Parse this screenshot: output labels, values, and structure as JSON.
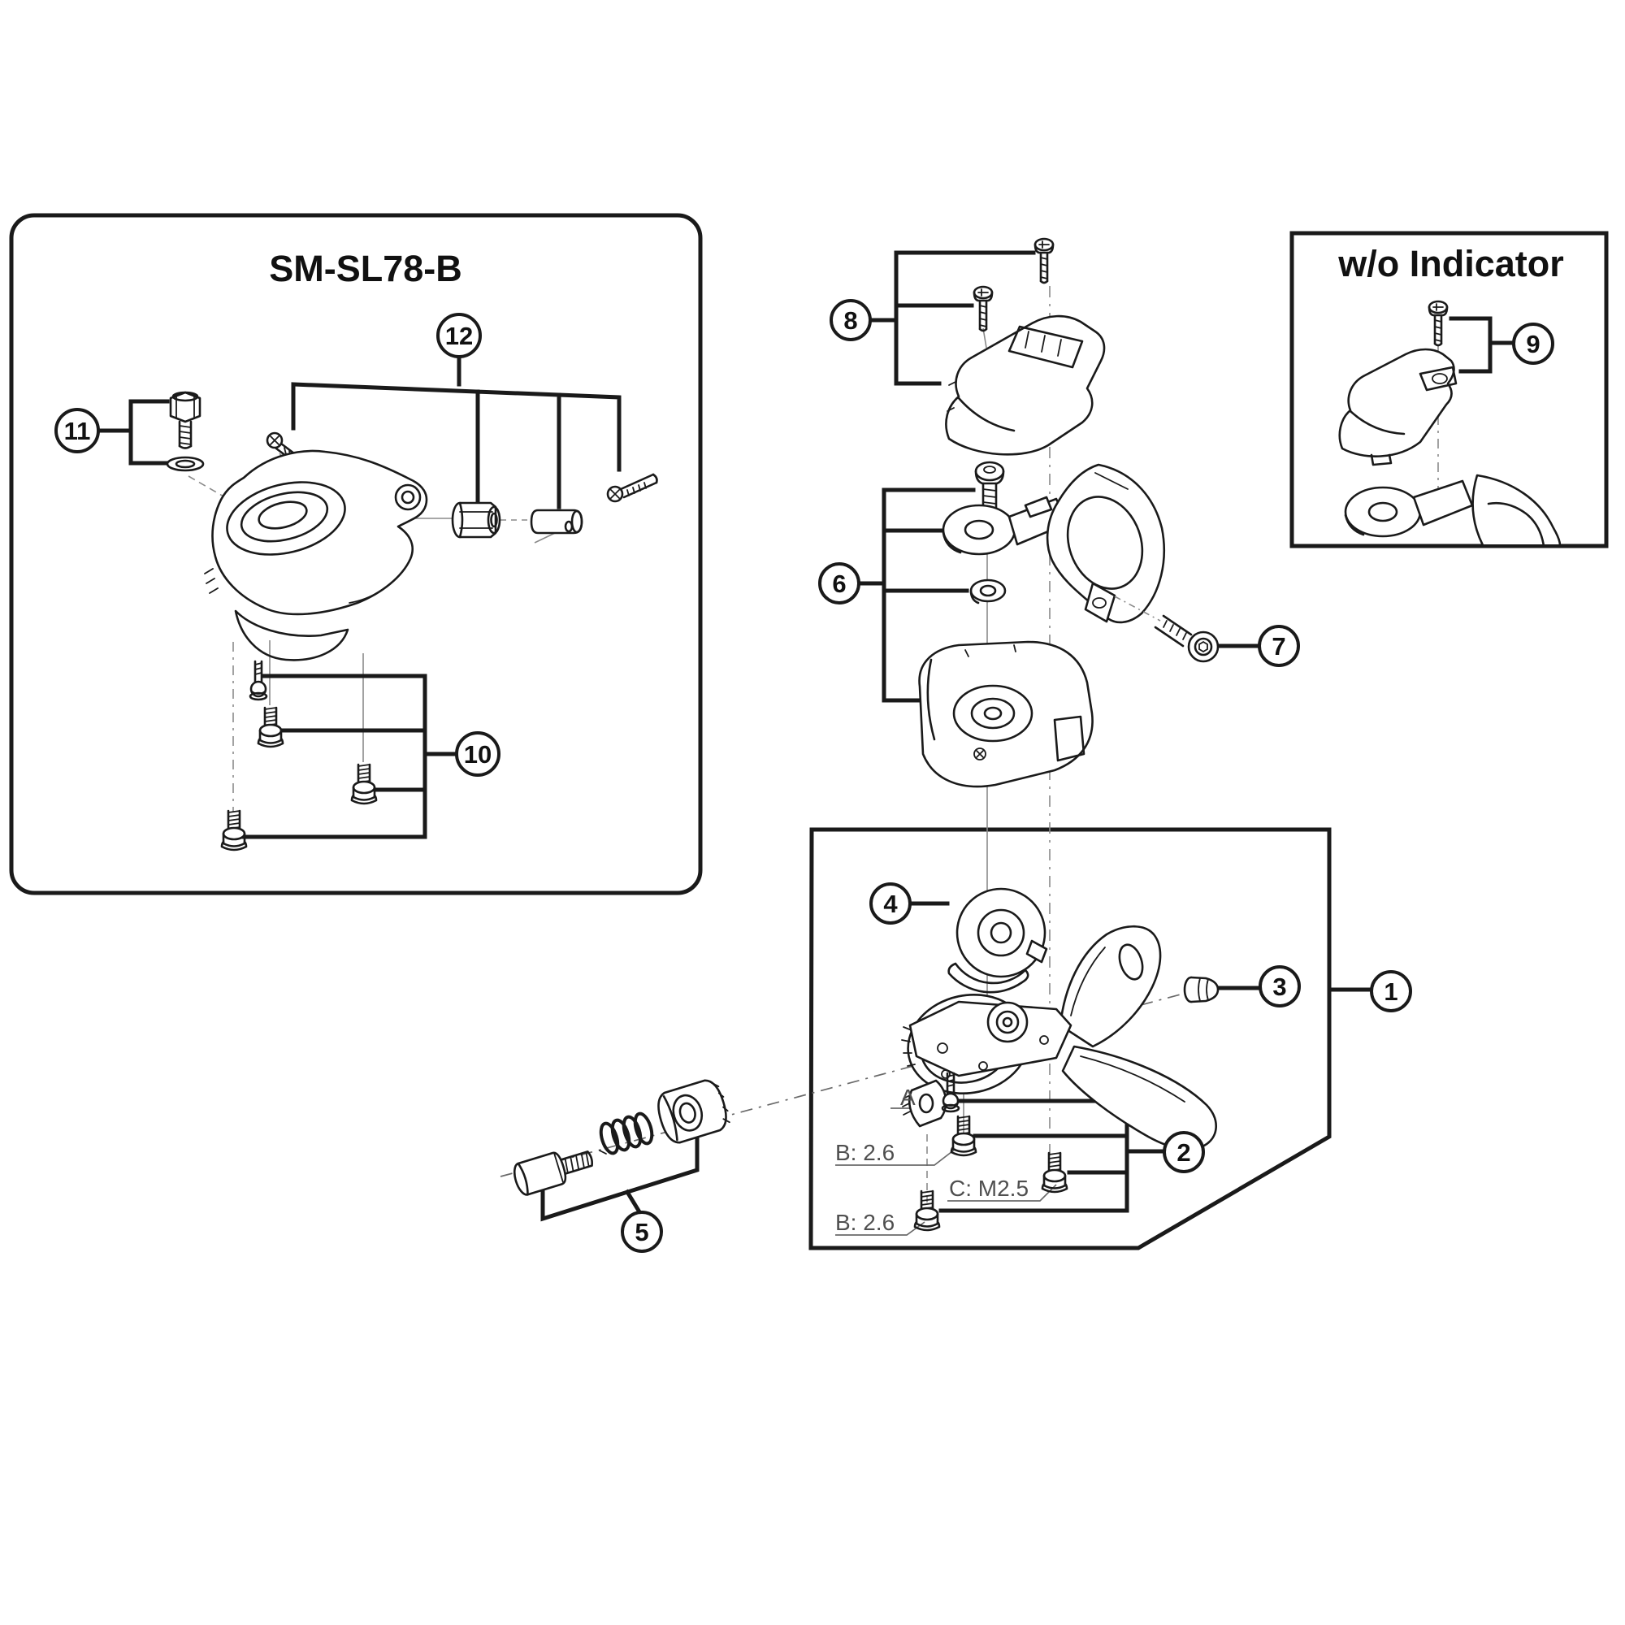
{
  "boxes": {
    "sm": {
      "title": "SM-SL78-B"
    },
    "ind": {
      "title": "w/o Indicator"
    }
  },
  "callouts": {
    "c1": "1",
    "c2": "2",
    "c3": "3",
    "c4": "4",
    "c5": "5",
    "c6": "6",
    "c7": "7",
    "c8": "8",
    "c9": "9",
    "c10": "10",
    "c11": "11",
    "c12": "12"
  },
  "labels": {
    "a": "A",
    "b1": "B: 2.6",
    "c": "C: M2.5",
    "b2": "B: 2.6"
  },
  "colors": {
    "line": "#1a1a1a",
    "label_gray": "#4f4f4f",
    "leader_gray": "#8a8a8a",
    "background": "#ffffff"
  }
}
